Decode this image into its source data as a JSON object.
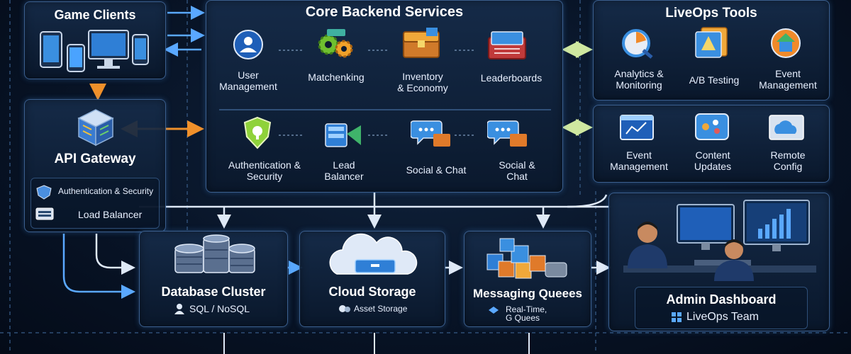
{
  "game_clients": {
    "title": "Game Clients"
  },
  "api_gateway": {
    "title": "API Gateway",
    "sub_items": [
      "Authentication & Security",
      "Load Balancer"
    ]
  },
  "core_backend": {
    "title": "Core Backend Services",
    "row1": [
      "User\nManagement",
      "Matchenking",
      "Inventory\n& Economy",
      "Leaderboards"
    ],
    "row2": [
      "Authentication &\nSecurity",
      "Lead\nBalancer",
      "Social & Chat",
      "Social &\nChat"
    ]
  },
  "liveops_tools": {
    "title": "LiveOps Tools",
    "row1": [
      "Analytics &\nMonitoring",
      "A/B Testing",
      "Event\nManagement"
    ],
    "row2": [
      "Event\nManagement",
      "Content\nUpdates",
      "Remote\nConfig"
    ]
  },
  "database_cluster": {
    "title": "Database Cluster",
    "sub": "SQL / NoSQL"
  },
  "cloud_storage": {
    "title": "Cloud Storage",
    "sub": "Asset Storage"
  },
  "messaging_queues": {
    "title": "Messaging Queees",
    "sub": "Real-Time,\nG Quees"
  },
  "admin_dashboard": {
    "title": "Admin Dashboard",
    "sub": "LiveOps Team"
  },
  "colors": {
    "connector_blue": "#5aa8ff",
    "connector_orange": "#f0902a",
    "connector_green": "#cfe8a0",
    "panel_border": "#3b5f8e"
  }
}
